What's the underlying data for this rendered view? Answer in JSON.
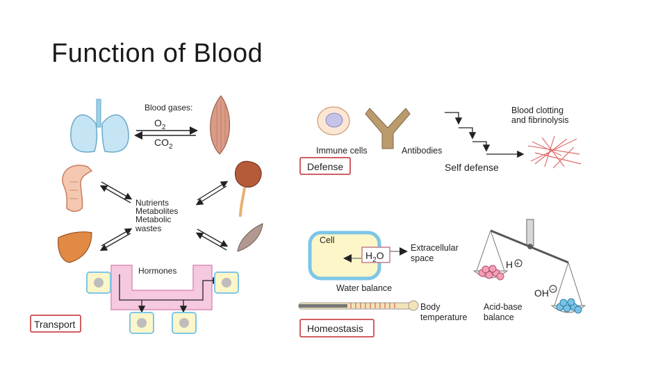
{
  "slide": {
    "title": "Function of Blood"
  },
  "transport": {
    "blood_gases": "Blood gases:",
    "o2": "O",
    "o2_sub": "2",
    "co2": "CO",
    "co2_sub": "2",
    "nutrients": [
      "Nutrients",
      "Metabolites",
      "Metabolic",
      "wastes"
    ],
    "hormones": "Hormones",
    "label": "Transport"
  },
  "defense": {
    "immune_cells": "Immune cells",
    "antibodies": "Antibodies",
    "blood_clotting": [
      "Blood clotting",
      "and fibrinolysis"
    ],
    "self_defense": "Self defense",
    "label": "Defense"
  },
  "homeostasis": {
    "cell": "Cell",
    "h2o": "H",
    "h2o_sub": "2",
    "h2o_o": "O",
    "extracellular": [
      "Extracellular",
      "space"
    ],
    "water_balance": "Water balance",
    "body_temperature": [
      "Body",
      "temperature"
    ],
    "acid_base": [
      "Acid-base",
      "balance"
    ],
    "h_ion": "H",
    "oh_ion": "OH",
    "label": "Homeostasis"
  },
  "colors": {
    "highlight_box": "#c0282e",
    "lung": "#c5e4f4",
    "muscle": "#d99a86",
    "kidney": "#b55b3a",
    "liver": "#e08a45",
    "hormone_tube": "#f5c9e0",
    "cell_fill": "#fdf6c8",
    "cell_border": "#7cc6e8",
    "antibody": "#b99b6e",
    "clot": "#e06a6a"
  }
}
